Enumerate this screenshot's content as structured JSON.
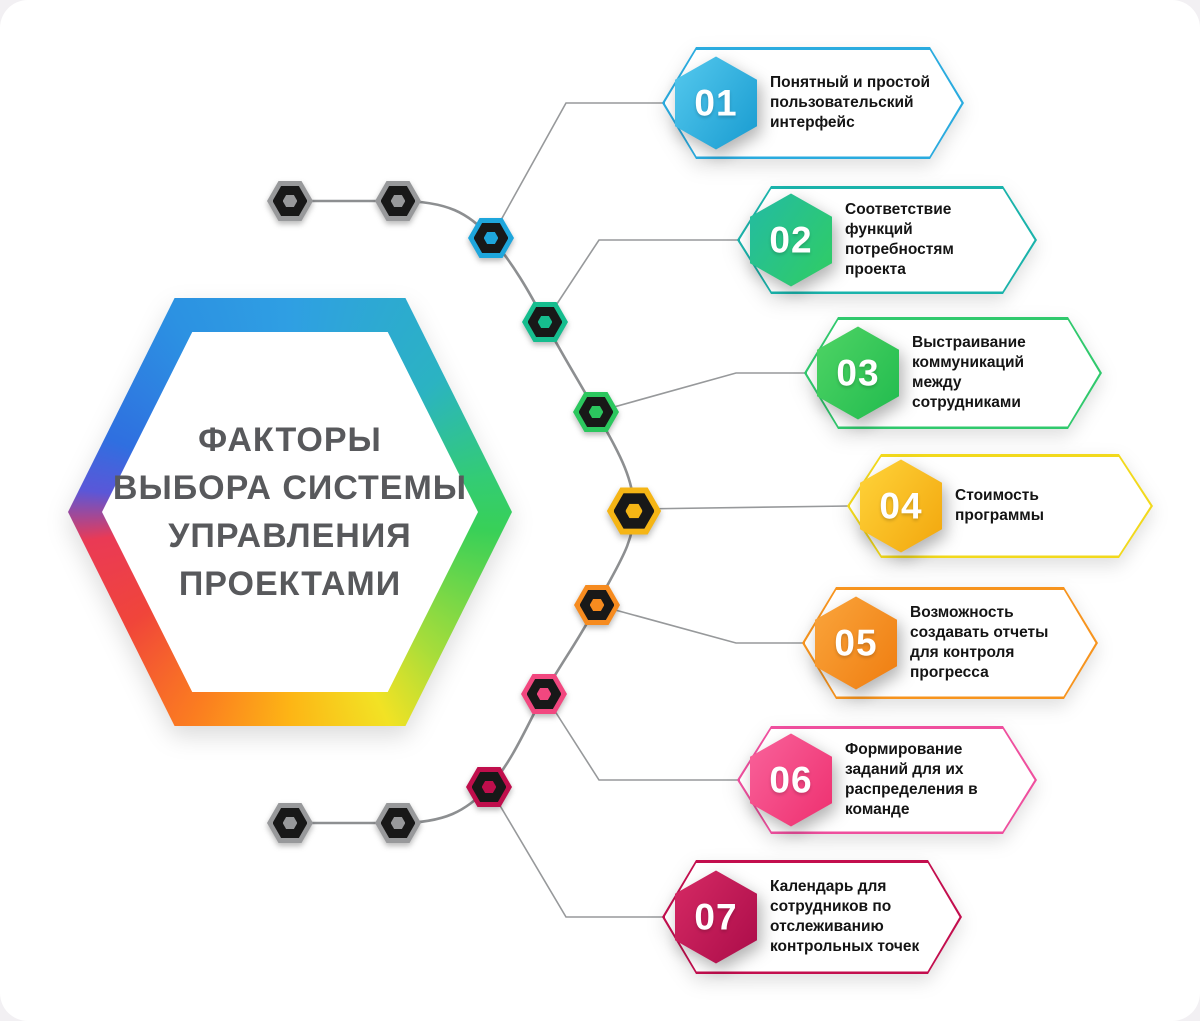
{
  "hexagon": {
    "title_lines": [
      "ФАКТОРЫ",
      "ВЫБОРА СИСТЕМЫ",
      "УПРАВЛЕНИЯ",
      "ПРОЕКТАМИ"
    ],
    "title_color": "#58595c",
    "ring_gradient": [
      "#2f9fe3 0deg",
      "#2bb3c2 48deg",
      "#33cc74 80deg",
      "#38d058 95deg",
      "#a8dd3a 135deg",
      "#f2e224 155deg",
      "#fdb515 180deg",
      "#fb7d20 205deg",
      "#f0453a 235deg",
      "#ea3a55 262deg",
      "#5a57d8 276deg",
      "#2f6fe0 292deg",
      "#2c92e2 330deg",
      "#2f9fe3 360deg"
    ]
  },
  "items": [
    {
      "number": "01",
      "text": "Понятный и простой пользовательский интерфейс",
      "colors": {
        "border": "#2aabdf",
        "hex_top": "#55c9ee",
        "hex_bottom": "#189bd0",
        "nut": "#1ea6dc"
      }
    },
    {
      "number": "02",
      "text": "Соответствие функций потребностям проекта",
      "colors": {
        "border": "#1ab3ab",
        "hex_top": "#23bba4",
        "hex_bottom": "#30cd62",
        "nut": "#16bd8e"
      }
    },
    {
      "number": "03",
      "text": "Выстраивание коммуникаций между сотрудниками",
      "colors": {
        "border": "#30c96d",
        "hex_top": "#4fd465",
        "hex_bottom": "#21bb4e",
        "nut": "#2bc75e"
      }
    },
    {
      "number": "04",
      "text": "Стоимость программы",
      "colors": {
        "border": "#f2d91c",
        "hex_top": "#ffd43a",
        "hex_bottom": "#f2a60d",
        "nut": "#f5b515"
      }
    },
    {
      "number": "05",
      "text": "Возможность создавать отчеты для контроля прогресса",
      "colors": {
        "border": "#f7941e",
        "hex_top": "#faa53c",
        "hex_bottom": "#ef7d10",
        "nut": "#f68b1f"
      }
    },
    {
      "number": "06",
      "text": "Формирование заданий для их распределения в команде",
      "colors": {
        "border": "#ef4f9e",
        "hex_top": "#f9639b",
        "hex_bottom": "#ee2f6f",
        "nut": "#f2477f"
      }
    },
    {
      "number": "07",
      "text": "Календарь для сотрудников по отслеживанию контрольных точек",
      "colors": {
        "border": "#c30e4e",
        "hex_top": "#d62a64",
        "hex_bottom": "#ab0c49",
        "nut": "#c00e4c"
      }
    }
  ],
  "decorations": {
    "gray_nut_color": "#98999b",
    "curve_color": "#8d8f91",
    "connector_color": "#97999b",
    "icons": {
      "nut": "hexagon-nut-icon"
    }
  }
}
